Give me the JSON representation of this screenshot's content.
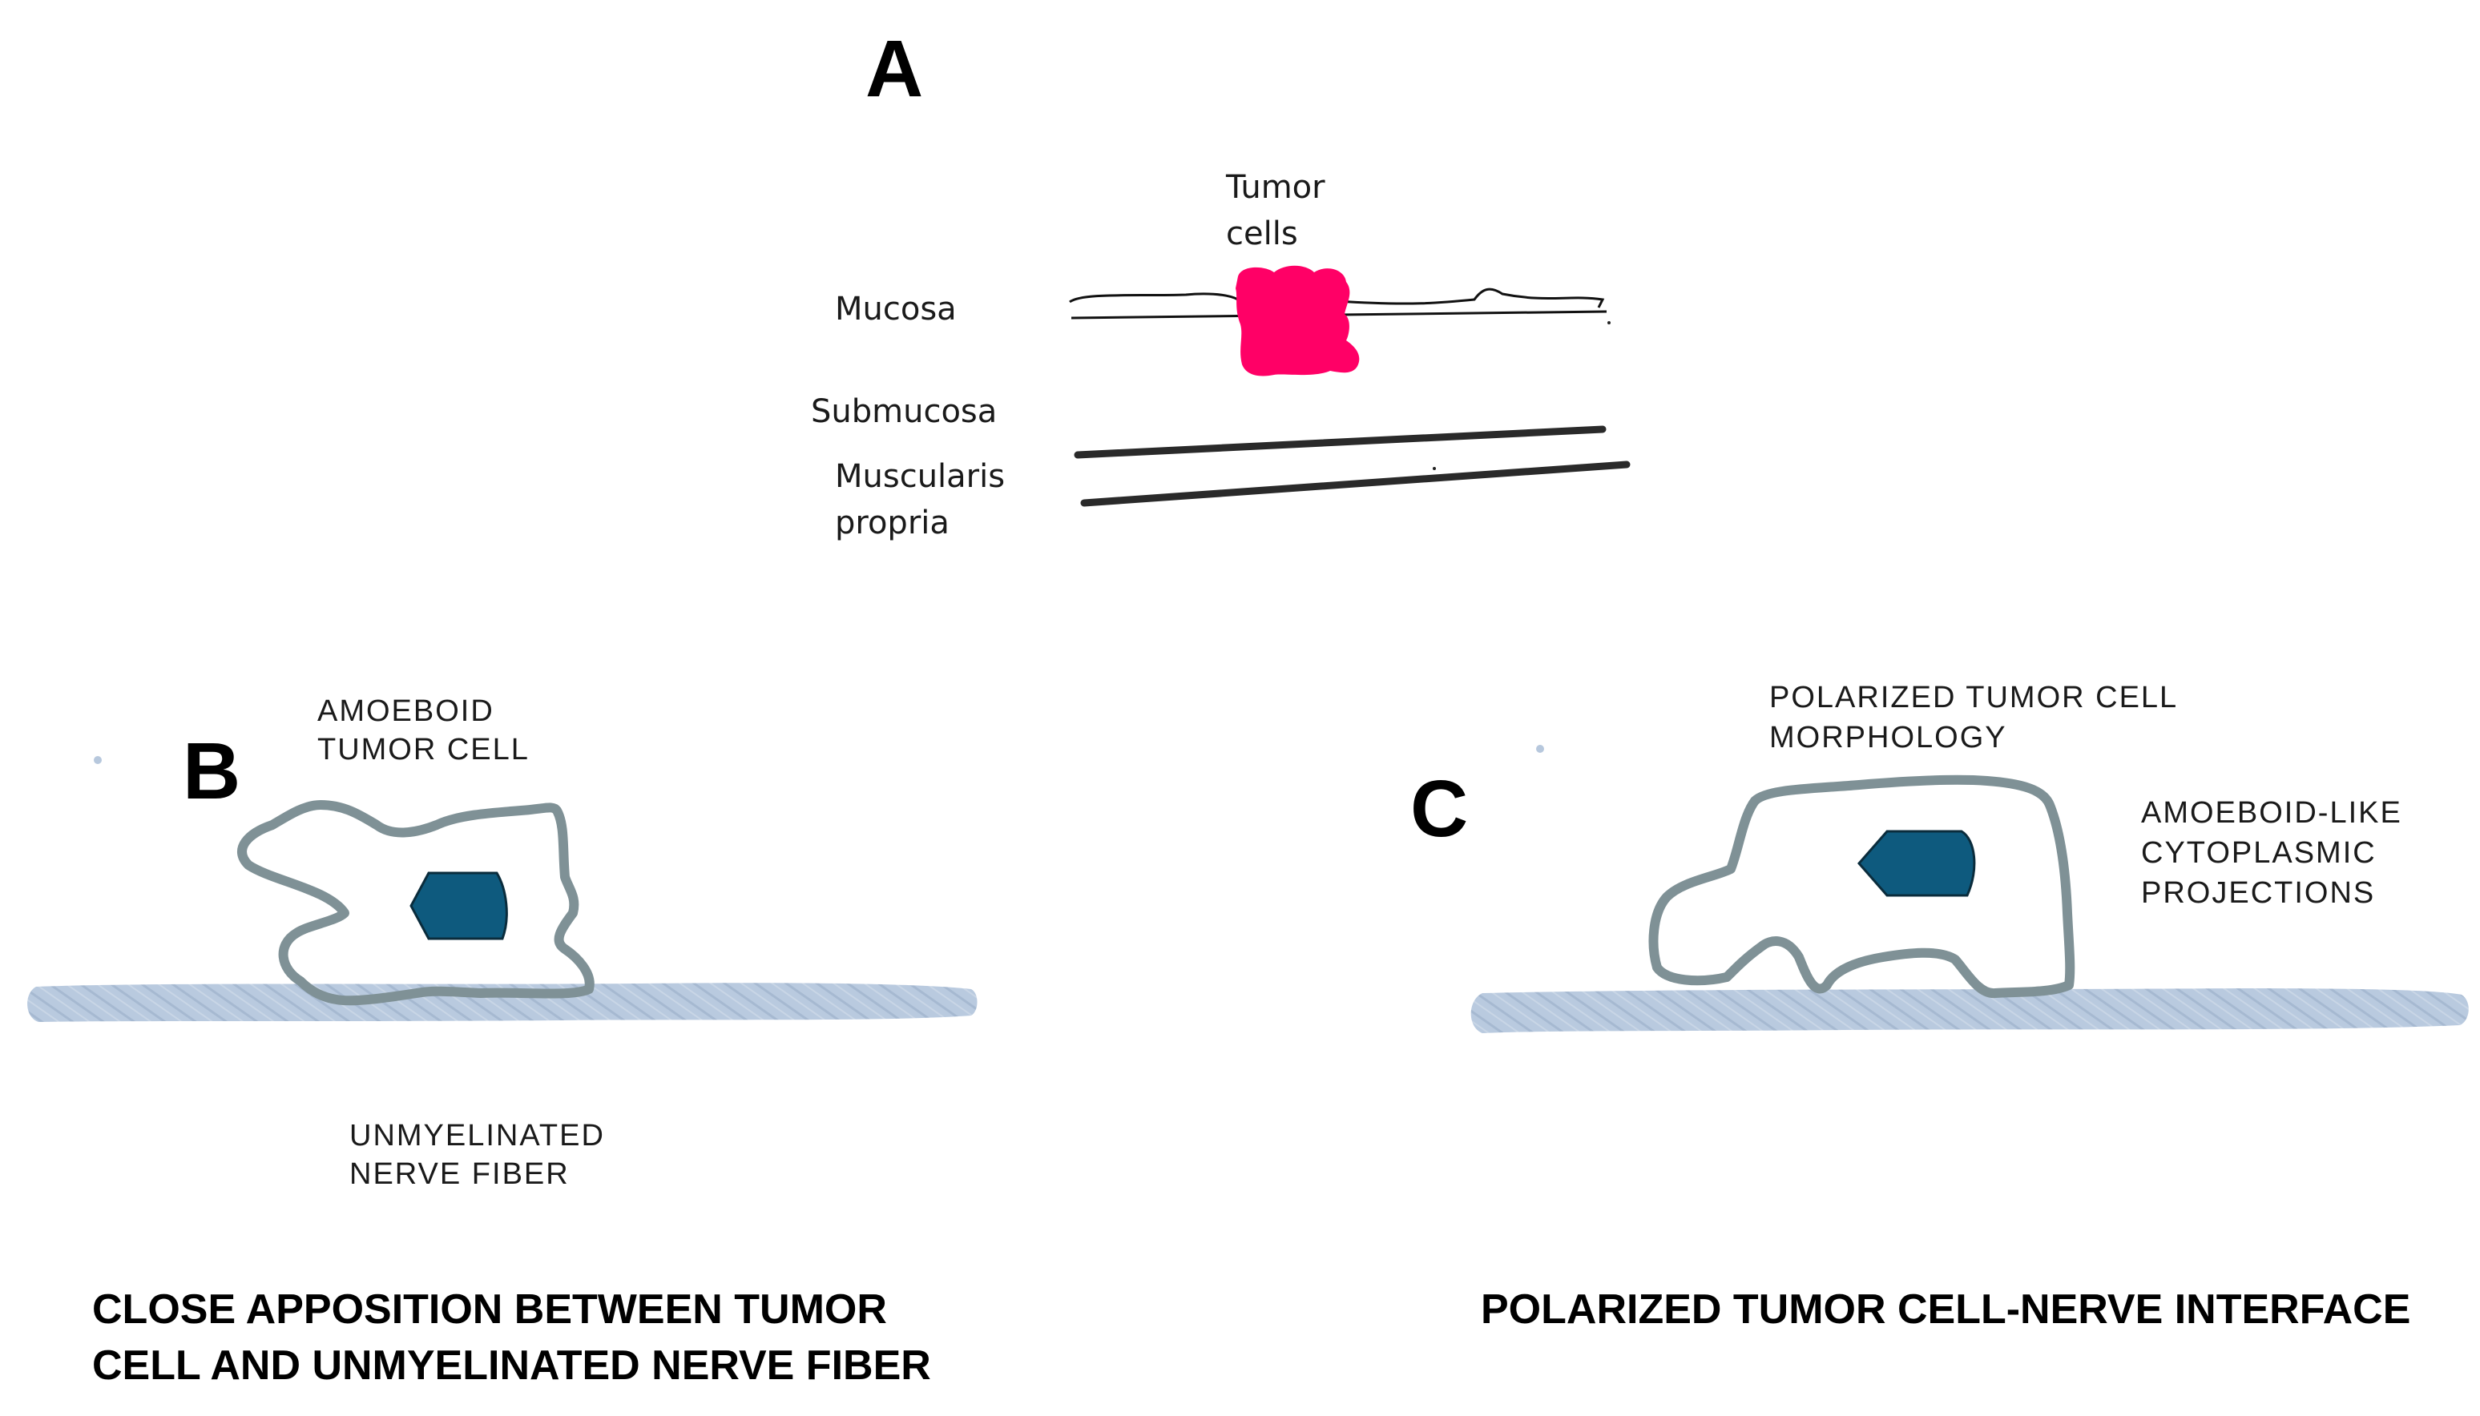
{
  "panel_a": {
    "letter": "A",
    "tumor_label": "Tumor\ncells",
    "layers": {
      "mucosa": "Mucosa",
      "submucosa": "Submucosa",
      "muscularis": "Muscularis\npropria"
    },
    "tumor_color": "#ff0066"
  },
  "panel_b": {
    "letter": "B",
    "cell_label": "AMOEBOID\nTUMOR CELL",
    "fiber_label": "UNMYELINATED\nNERVE FIBER",
    "caption": "CLOSE APPOSITION BETWEEN TUMOR\nCELL AND UNMYELINATED NERVE FIBER"
  },
  "panel_c": {
    "letter": "C",
    "morphology_label": "POLARIZED TUMOR CELL\nMORPHOLOGY",
    "projections_label": "AMOEBOID-LIKE\nCYTOPLASMIC\nPROJECTIONS",
    "caption": "POLARIZED TUMOR CELL-NERVE INTERFACE"
  },
  "colors": {
    "cell_outline": "#7f9196",
    "nucleus_fill": "#0e5a7e",
    "nerve_fiber": "#b7c8dd"
  }
}
